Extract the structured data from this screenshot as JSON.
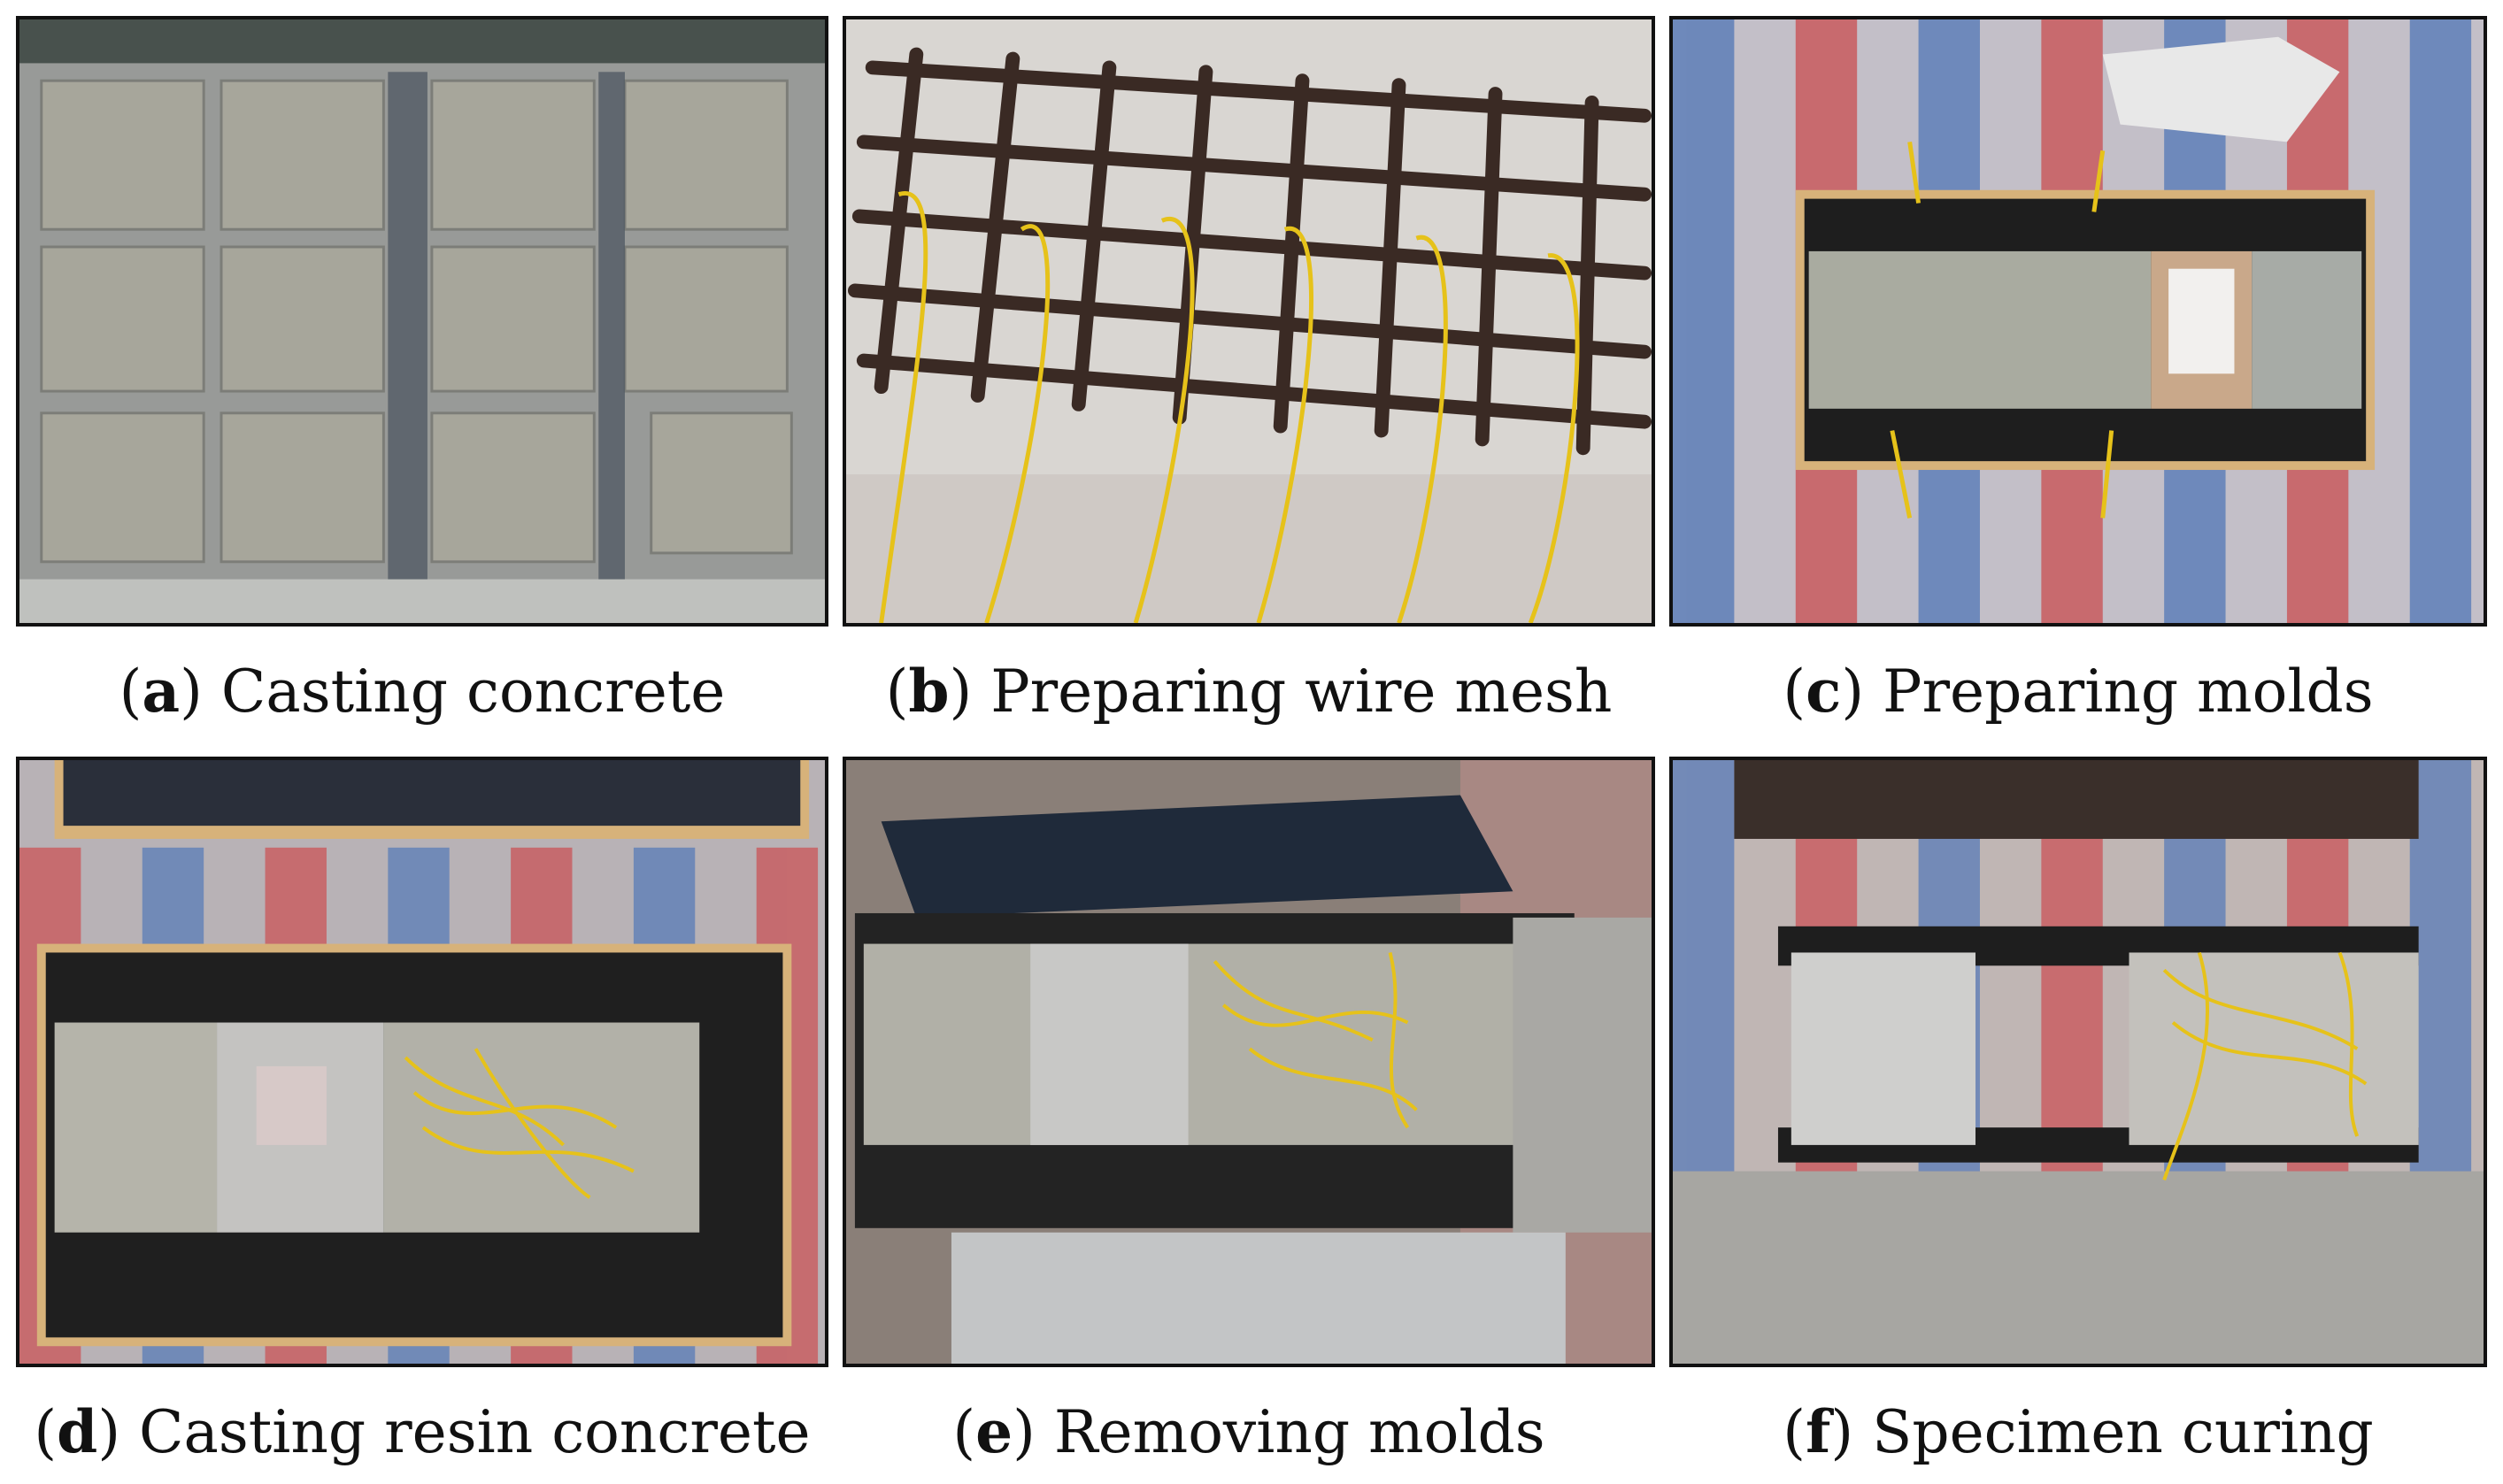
{
  "panels": [
    {
      "letter": "a",
      "text": "Casting concrete"
    },
    {
      "letter": "b",
      "text": "Preparing wire mesh"
    },
    {
      "letter": "c",
      "text": "Preparing molds"
    },
    {
      "letter": "d",
      "text": "Casting resin concrete"
    },
    {
      "letter": "e",
      "text": "Removing molds"
    },
    {
      "letter": "f",
      "text": "Specimen curing"
    }
  ]
}
